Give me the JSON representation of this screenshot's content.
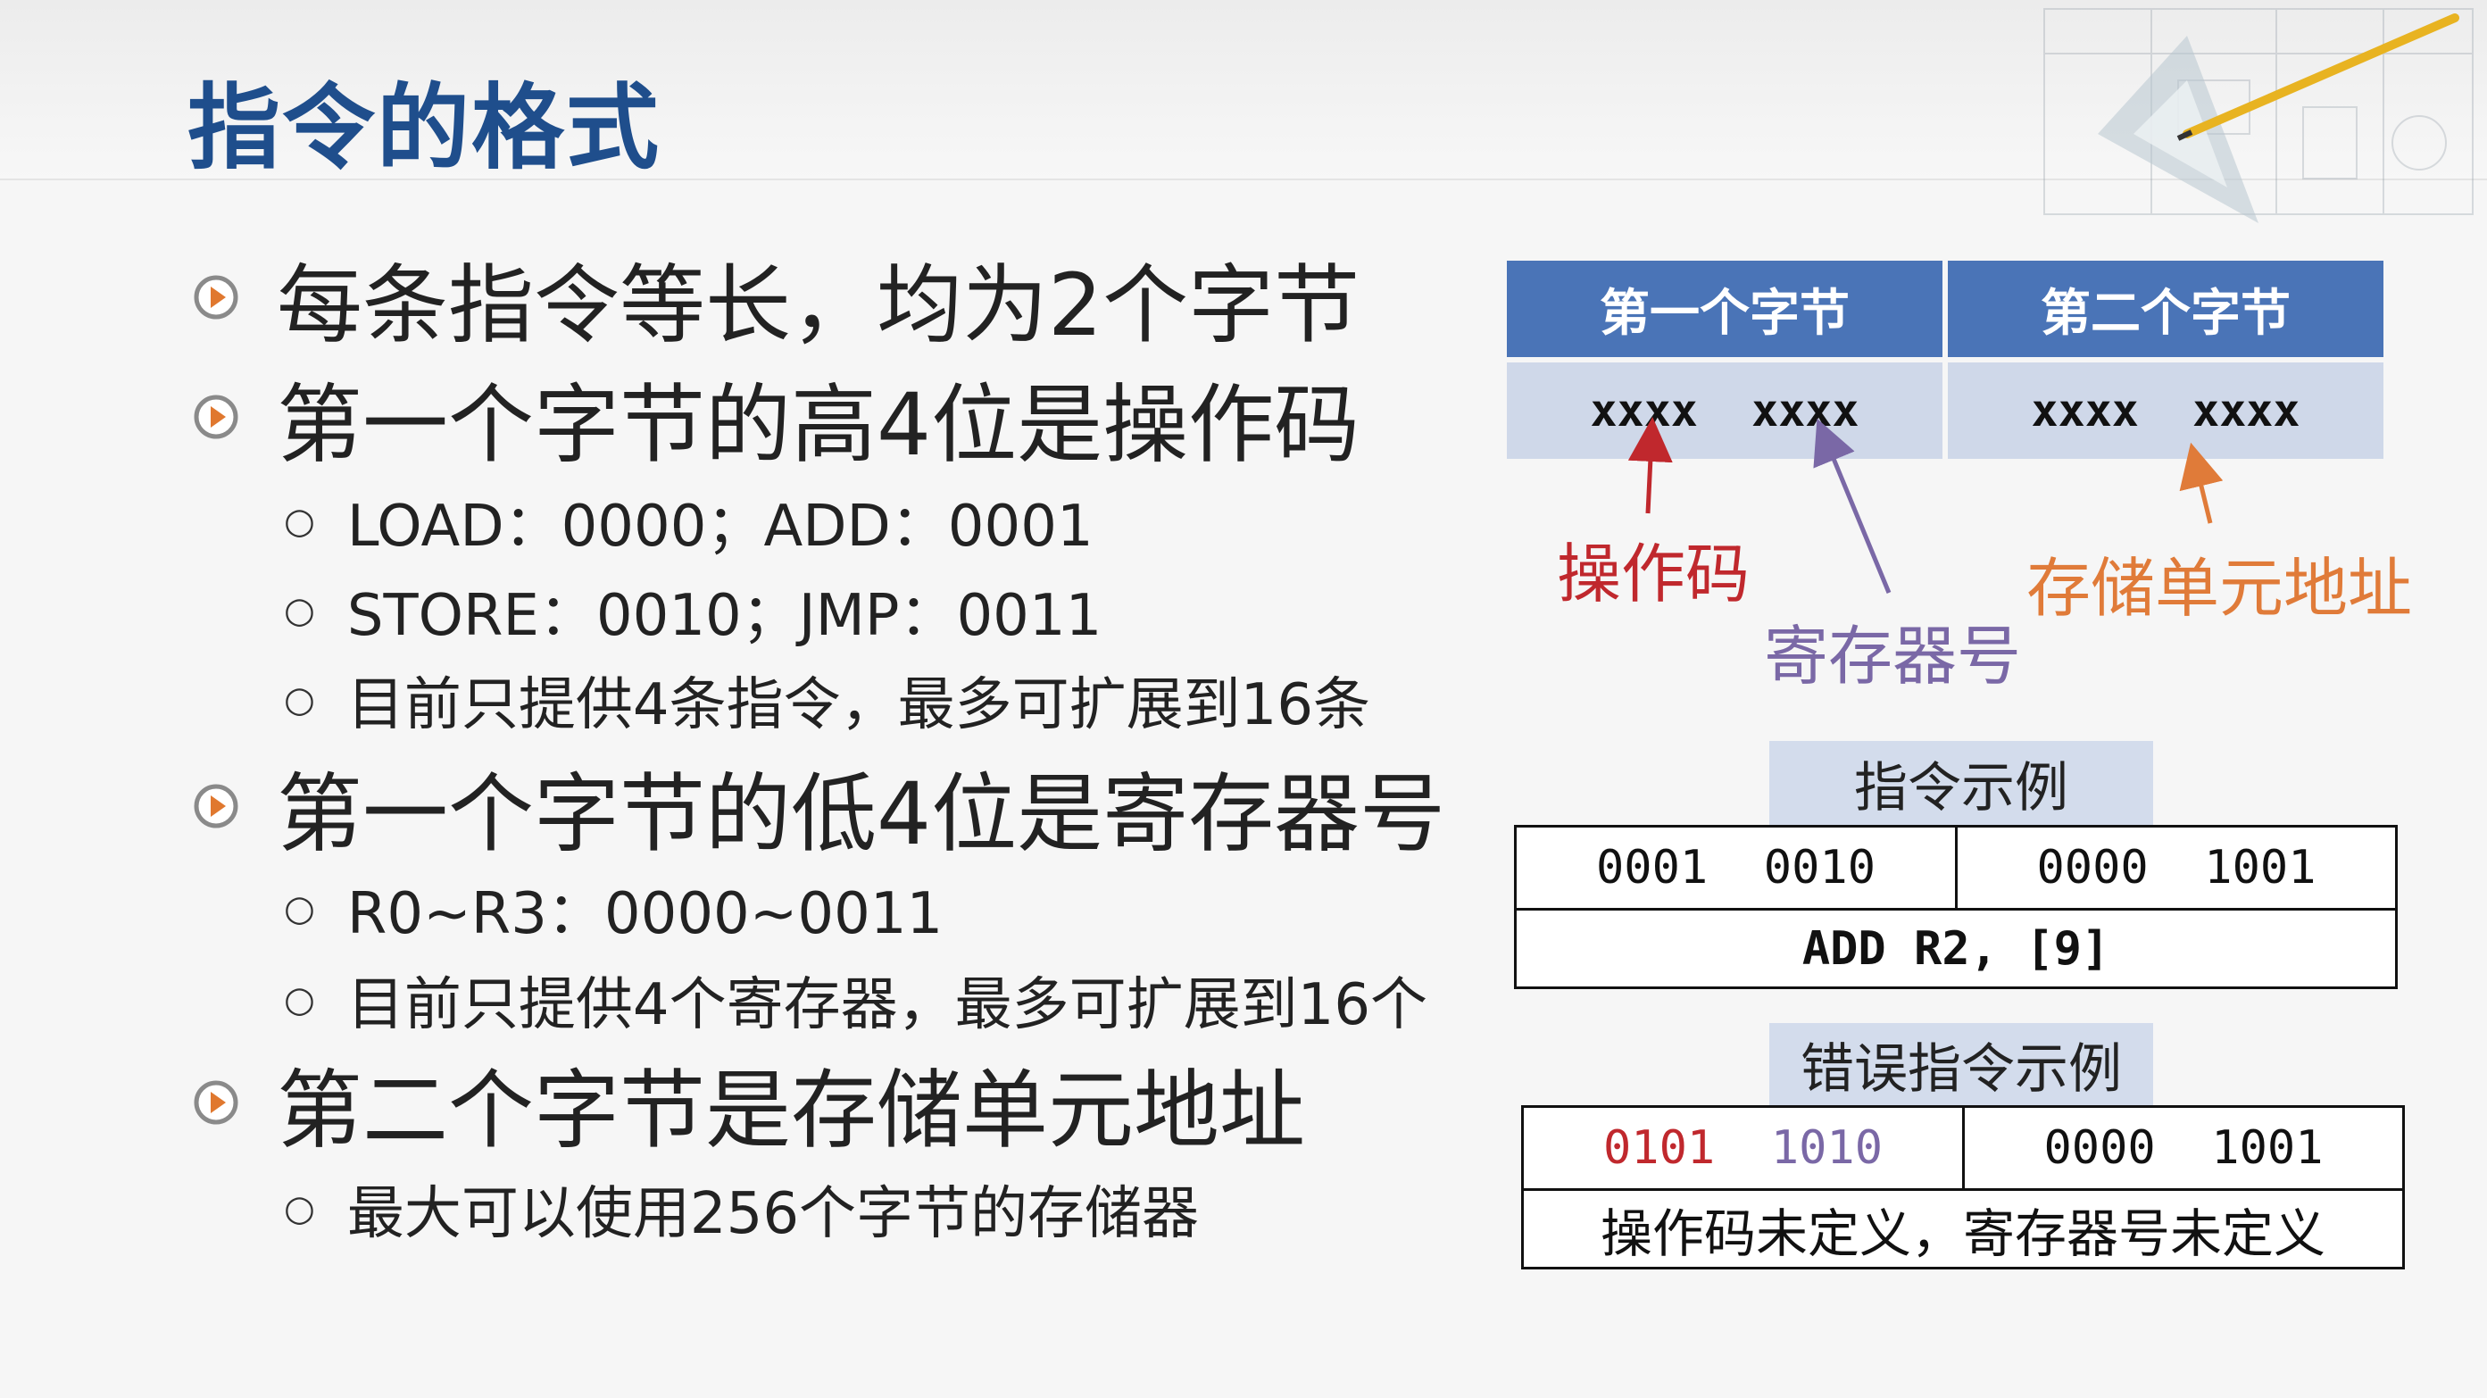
{
  "title": "指令的格式",
  "bullets": {
    "b1": "每条指令等长，均为2个字节",
    "b2": "第一个字节的高4位是操作码",
    "b2_sub": [
      "LOAD：0000；ADD：0001",
      "STORE：0010；JMP：0011",
      "目前只提供4条指令，最多可扩展到16条"
    ],
    "b3": "第一个字节的低4位是寄存器号",
    "b3_sub": [
      "R0~R3：0000~0011",
      "目前只提供4个寄存器，最多可扩展到16个"
    ],
    "b4": "第二个字节是存储单元地址",
    "b4_sub": [
      "最大可以使用256个字节的存储器"
    ]
  },
  "format_table": {
    "headers": [
      "第一个字节",
      "第二个字节"
    ],
    "cells": [
      "xxxx  xxxx",
      "xxxx  xxxx"
    ]
  },
  "annotations": {
    "opcode": "操作码",
    "register": "寄存器号",
    "address": "存储单元地址"
  },
  "example": {
    "caption": "指令示例",
    "byte1": "0001  0010",
    "byte2": "0000  1001",
    "decoded": "ADD R2, [9]"
  },
  "bad_example": {
    "caption": "错误指令示例",
    "byte1_op": "0101",
    "byte1_reg": "1010",
    "byte2": "0000  1001",
    "note": "操作码未定义，寄存器号未定义"
  },
  "colors": {
    "title": "#1f4e8c",
    "header_fill": "#4a74b7",
    "cell_fill": "#cfd8e9",
    "opcode": "#c0282d",
    "register": "#7a68a6",
    "address": "#e07b39"
  }
}
